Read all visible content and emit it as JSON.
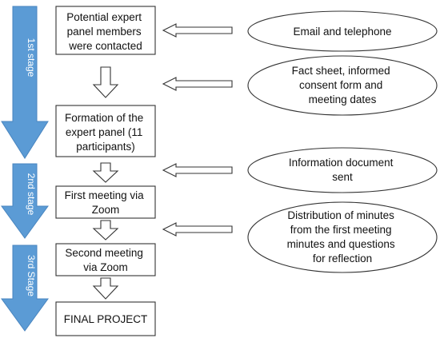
{
  "process_steps": [
    {
      "lines": [
        "Potential expert",
        "panel members",
        "were contacted"
      ]
    },
    {
      "lines": [
        "Formation of the",
        "expert panel (11",
        "participants)"
      ]
    },
    {
      "lines": [
        "First meeting via",
        "Zoom"
      ]
    },
    {
      "lines": [
        "Second meeting",
        "via Zoom"
      ]
    },
    {
      "lines": [
        "FINAL PROJECT"
      ]
    }
  ],
  "inputs": [
    {
      "lines": [
        "Email and telephone"
      ]
    },
    {
      "lines": [
        "Fact sheet, informed",
        "consent form and",
        "meeting dates"
      ]
    },
    {
      "lines": [
        "Information document",
        "sent"
      ]
    },
    {
      "lines": [
        "Distribution of minutes",
        "from the first meeting",
        "minutes and questions",
        "for reflection"
      ]
    }
  ],
  "stages": [
    {
      "label": "1st stage"
    },
    {
      "label": "2nd stage"
    },
    {
      "label": "3rd Stage"
    }
  ],
  "colors": {
    "stage_arrow": "#5b9bd5",
    "stage_arrow_edge": "#4a86c0",
    "outline": "#333333",
    "text": "#111111"
  }
}
